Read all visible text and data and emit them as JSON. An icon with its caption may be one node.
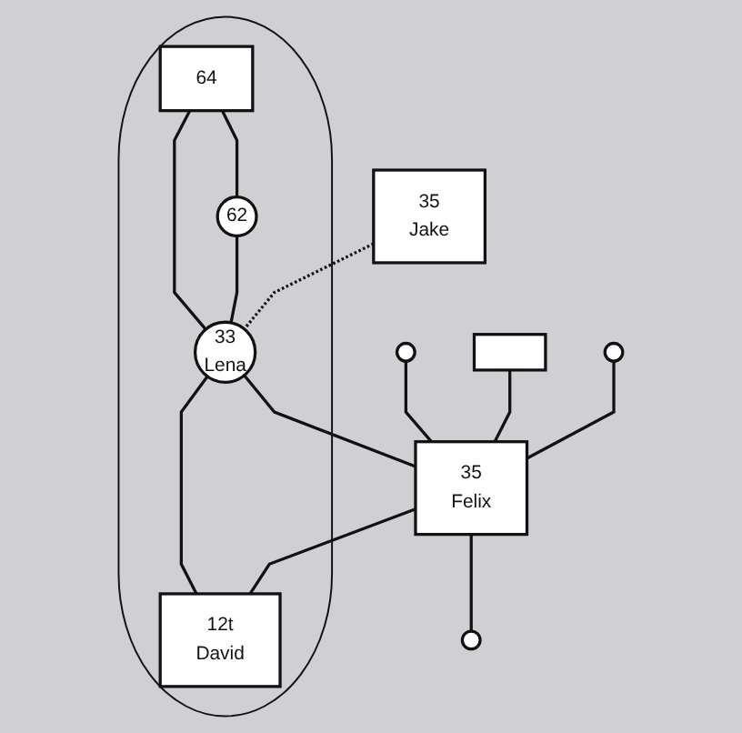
{
  "diagram": {
    "nodes": [
      {
        "text": [],
        "shape": "ellipse"
      },
      {
        "text": [
          "64"
        ],
        "in": 0
      },
      {
        "text": [
          "62"
        ],
        "in": 0
      },
      {
        "text": [],
        "shape": "circle"
      },
      {
        "text": [],
        "shape": "box"
      },
      {
        "text": [],
        "shape": "circle"
      },
      {
        "text": [
          "35",
          "Jake"
        ]
      },
      {
        "text": [
          "33",
          "Lena"
        ],
        "in": 0
      },
      {
        "text": [
          "35",
          "Felix"
        ]
      },
      {
        "text": [],
        "shape": "circle"
      },
      {
        "text": [
          "12t",
          "David"
        ],
        "in": 0
      }
    ],
    "edges": [
      {
        "from": 1,
        "to": 2,
        "arrow": "none"
      },
      {
        "from": 1,
        "to": 7,
        "arrow": "none"
      },
      {
        "from": 2,
        "to": 7,
        "arrow": "none"
      },
      {
        "from": 3,
        "to": 8,
        "arrow": "none"
      },
      {
        "from": 4,
        "to": 8,
        "arrow": "none"
      },
      {
        "from": 5,
        "to": 8,
        "arrow": "none"
      },
      {
        "from": 6,
        "to": 7,
        "arrow": "none",
        "style": "dashed"
      },
      {
        "from": 7,
        "to": 8,
        "arrow": "none"
      },
      {
        "from": 8,
        "to": 9,
        "arrow": "none"
      },
      {
        "from": 7,
        "to": 10,
        "arrow": "none"
      },
      {
        "from": 8,
        "to": 10,
        "arrow": "none"
      }
    ]
  }
}
